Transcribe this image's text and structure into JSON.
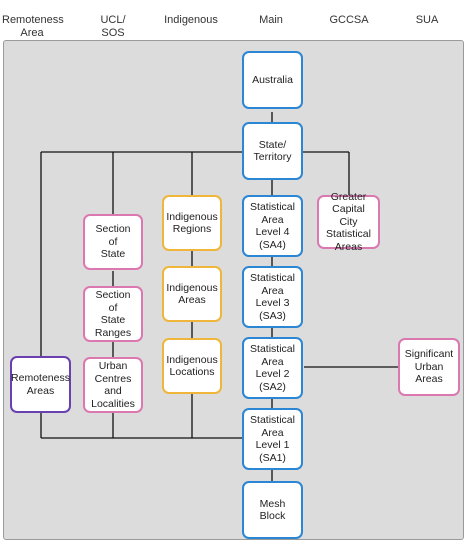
{
  "columns": [
    {
      "key": "remoteness",
      "label": "Remoteness\nArea"
    },
    {
      "key": "ucl",
      "label": "UCL/\nSOS"
    },
    {
      "key": "indigenous",
      "label": "Indigenous"
    },
    {
      "key": "main",
      "label": "Main"
    },
    {
      "key": "gccsa",
      "label": "GCCSA"
    },
    {
      "key": "sua",
      "label": "SUA"
    }
  ],
  "nodes": {
    "australia": {
      "label": "Australia",
      "color": "#2b86d4"
    },
    "state": {
      "label": "State/\nTerritory",
      "color": "#2b86d4"
    },
    "sa4": {
      "label": "Statistical\nArea\nLevel 4\n(SA4)",
      "color": "#2b86d4"
    },
    "sa3": {
      "label": "Statistical\nArea\nLevel 3\n(SA3)",
      "color": "#2b86d4"
    },
    "sa2": {
      "label": "Statistical\nArea\nLevel 2\n(SA2)",
      "color": "#2b86d4"
    },
    "sa1": {
      "label": "Statistical\nArea\nLevel 1\n(SA1)",
      "color": "#2b86d4"
    },
    "mesh": {
      "label": "Mesh\nBlock",
      "color": "#2b86d4"
    },
    "gccsa": {
      "label": "Greater\nCapital City\nStatistical\nAreas",
      "color": "#db78b0"
    },
    "sua": {
      "label": "Significant\nUrban Areas",
      "color": "#db78b0"
    },
    "sos": {
      "label": "Section\nof\nState",
      "color": "#db78b0"
    },
    "sosr": {
      "label": "Section\nof\nState\nRanges",
      "color": "#db78b0"
    },
    "ucl": {
      "label": "Urban\nCentres\nand\nLocalities",
      "color": "#db78b0"
    },
    "ireg": {
      "label": "Indigenous\nRegions",
      "color": "#f0b53b"
    },
    "iare": {
      "label": "Indigenous\nAreas",
      "color": "#f0b53b"
    },
    "iloc": {
      "label": "Indigenous\nLocations",
      "color": "#f0b53b"
    },
    "remote": {
      "label": "Remoteness\nAreas",
      "color": "#6a3fb0"
    }
  }
}
